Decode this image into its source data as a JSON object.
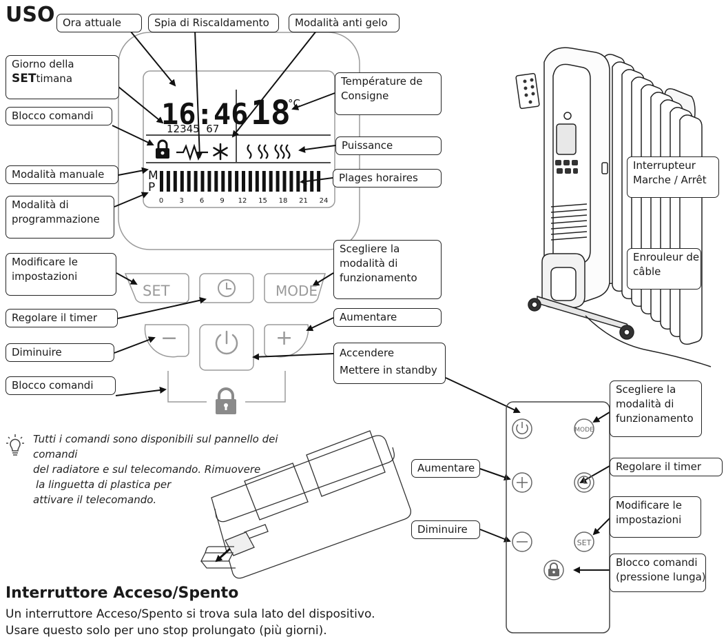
{
  "heading": "USO",
  "display": {
    "time": "16:46",
    "days": "12345  67",
    "temp": "18",
    "unit": "°C",
    "mode_m": "M",
    "mode_p": "P",
    "hours": [
      "0",
      "3",
      "6",
      "9",
      "12",
      "15",
      "18",
      "21",
      "24"
    ]
  },
  "panel_buttons": {
    "set": "SET",
    "mode": "MODE",
    "minus": "−",
    "plus": "+"
  },
  "labels": {
    "ora_attuale": "Ora attuale",
    "spia": "Spia di Riscaldamento",
    "antigelo": "Modalità anti gelo",
    "giorno_line1": "Giorno della",
    "giorno_bold": "SET",
    "giorno_rest": "timana",
    "blocco1": "Blocco comandi",
    "manuale": "Modalità manuale",
    "program_l1": "Modalità di",
    "program_l2": "programmazione",
    "consigne_l1": "Température de",
    "consigne_l2": "Consigne",
    "puissance": "Puissance",
    "plages": "Plages horaires",
    "modificare_l1": "Modificare le",
    "modificare_l2": "impostazioni",
    "regolare": "Regolare il timer",
    "diminuire": "Diminuire",
    "blocco2": "Blocco comandi",
    "scegliere_l1": "Scegliere la",
    "scegliere_l2": "modalità di",
    "scegliere_l3": "funzionamento",
    "aumentare": "Aumentare",
    "accendere_l1": "Accendere",
    "accendere_l2": "Mettere in standby",
    "interrupteur_l1": "Interrupteur",
    "interrupteur_l2": "Marche / Arrêt",
    "enrouleur_l1": "Enrouleur de",
    "enrouleur_l2": "câble",
    "r_scegliere_l1": "Scegliere la",
    "r_scegliere_l2": "modalità di",
    "r_scegliere_l3": "funzionamento",
    "r_aumentare": "Aumentare",
    "r_regolare": "Regolare il timer",
    "r_modificare_l1": "Modificare le",
    "r_modificare_l2": "impostazioni",
    "r_diminuire": "Diminuire",
    "r_blocco_l1": "Blocco comandi",
    "r_blocco_l2": "(pressione lunga)"
  },
  "remote_buttons": {
    "mode": "MODE",
    "set": "SET"
  },
  "tip": {
    "l1": "Tutti i comandi sono disponibili sul pannello dei comandi",
    "l2": "del radiatore e sul telecomando. Rimuovere",
    "l3": "la linguetta di plastica per",
    "l4": "attivare il telecomando."
  },
  "section2": {
    "title": "Interruttore Acceso/Spento",
    "p1": "Un interruttore Acceso/Spento si trova sula lato del dispositivo.",
    "p2": "Usare questo solo per uno stop prolungato (più giorni)."
  }
}
